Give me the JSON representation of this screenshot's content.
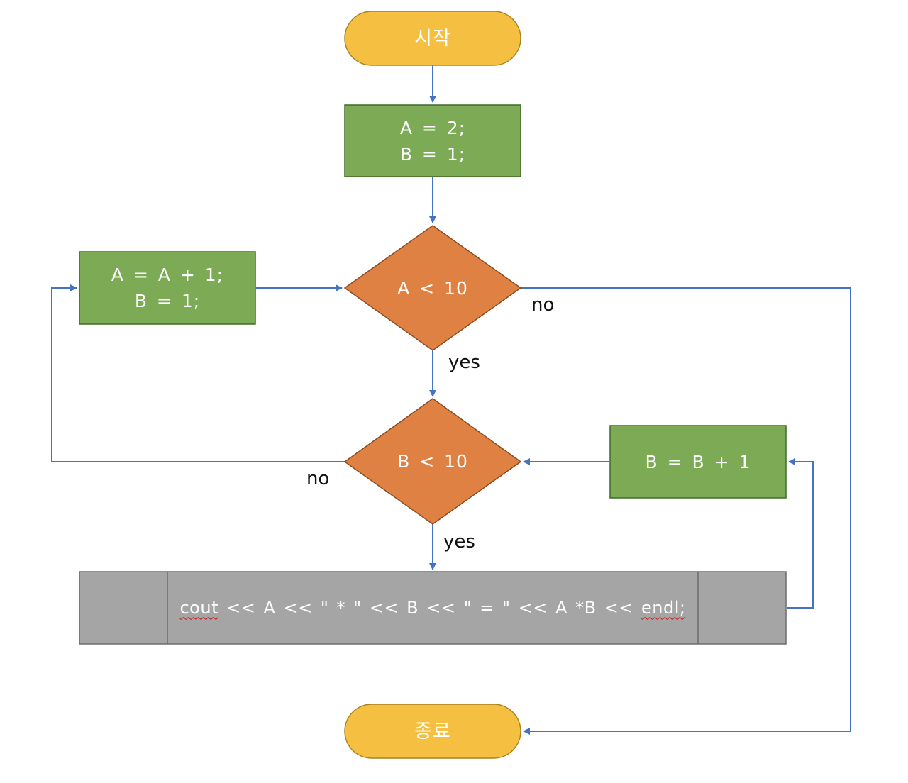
{
  "diagram": {
    "type": "flowchart",
    "colors": {
      "terminal": "#f5c042",
      "terminal_border": "#a8801f",
      "process": "#7caa55",
      "process_border": "#3f6a2a",
      "decision": "#de8143",
      "decision_border": "#8a4a20",
      "io": "#a5a5a5",
      "io_border": "#6b6b6b",
      "connector": "#4472c4",
      "label_text": "#111111",
      "node_text": "#ffffff",
      "spellcheck_underline": "#d01010"
    },
    "nodes": {
      "start": {
        "kind": "terminal",
        "label": "시작"
      },
      "init": {
        "kind": "process",
        "lines": [
          "A = 2;",
          "B = 1;"
        ]
      },
      "cond_a": {
        "kind": "decision",
        "label": "A < 10"
      },
      "inc_a": {
        "kind": "process",
        "lines": [
          "A = A + 1;",
          "B = 1;"
        ]
      },
      "cond_b": {
        "kind": "decision",
        "label": "B < 10"
      },
      "inc_b": {
        "kind": "process",
        "label": "B = B + 1"
      },
      "print": {
        "kind": "predefined-process",
        "parts": [
          "cout",
          " << A << \" * \" << B << \" = \" << A *B << ",
          "endl;"
        ],
        "label": "cout << A << \" * \" << B << \" = \" << A *B << endl;"
      },
      "end": {
        "kind": "terminal",
        "label": "종료"
      }
    },
    "edges": [
      {
        "from": "start",
        "to": "init",
        "label": ""
      },
      {
        "from": "init",
        "to": "cond_a",
        "label": ""
      },
      {
        "from": "cond_a",
        "to": "cond_b",
        "label": "yes"
      },
      {
        "from": "cond_a",
        "to": "end",
        "label": "no"
      },
      {
        "from": "cond_b",
        "to": "print",
        "label": "yes"
      },
      {
        "from": "cond_b",
        "to": "inc_a",
        "label": "no"
      },
      {
        "from": "inc_a",
        "to": "cond_a",
        "label": ""
      },
      {
        "from": "print",
        "to": "inc_b",
        "label": ""
      },
      {
        "from": "inc_b",
        "to": "cond_b",
        "label": ""
      }
    ],
    "edge_labels": {
      "cond_a_no": "no",
      "cond_a_yes": "yes",
      "cond_b_no": "no",
      "cond_b_yes": "yes"
    }
  }
}
